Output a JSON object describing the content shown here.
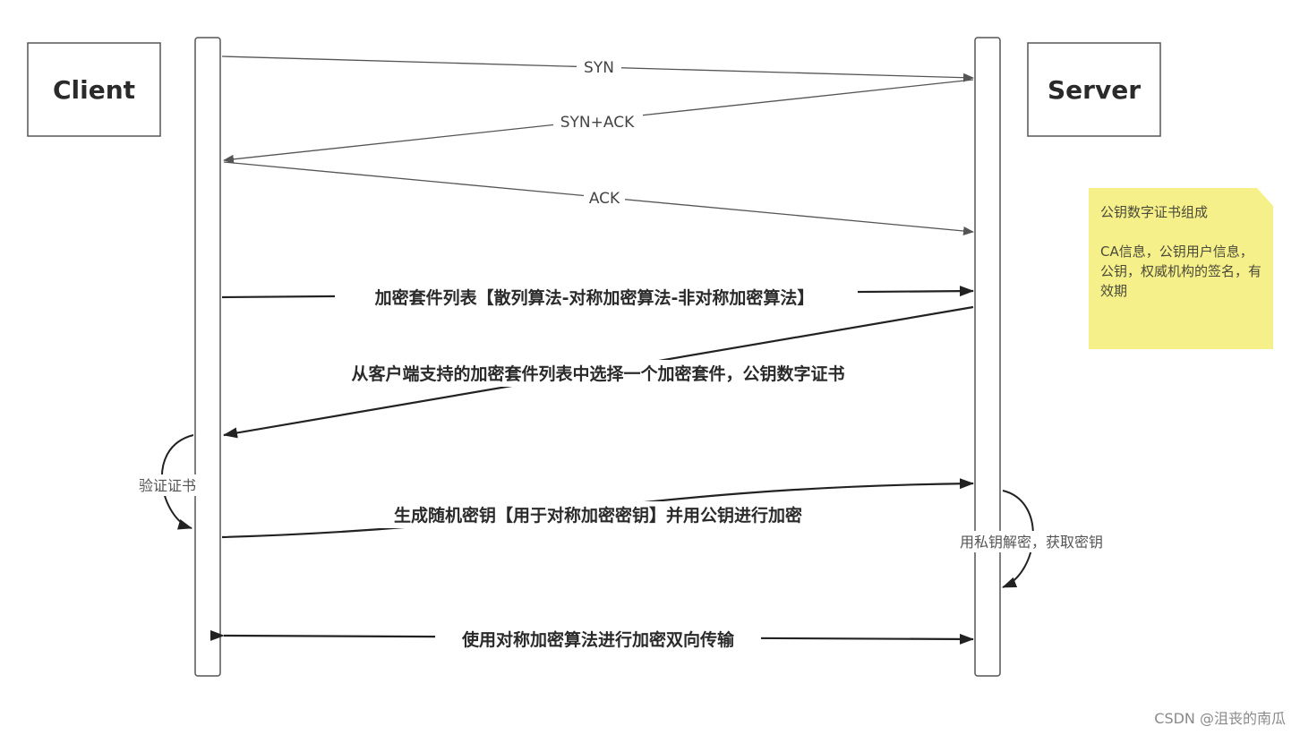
{
  "participants": {
    "client": "Client",
    "server": "Server"
  },
  "messages": {
    "syn": "SYN",
    "syn_ack": "SYN+ACK",
    "ack": "ACK",
    "cipher_list": "加密套件列表【散列算法-对称加密算法-非对称加密算法】",
    "server_select": "从客户端支持的加密套件列表中选择一个加密套件，公钥数字证书",
    "random_key": "生成随机密钥【用于对称加密密钥】并用公钥进行加密",
    "bidirectional": "使用对称加密算法进行加密双向传输"
  },
  "self_messages": {
    "verify_cert": "验证证书",
    "decrypt": "用私钥解密，获取密钥"
  },
  "note": {
    "title": "公钥数字证书组成",
    "body": "CA信息，公钥用户信息，公钥，权威机构的签名，有效期"
  },
  "watermark": "CSDN @沮丧的南瓜",
  "colors": {
    "note_bg": "#f6f08a",
    "line": "#444444"
  }
}
